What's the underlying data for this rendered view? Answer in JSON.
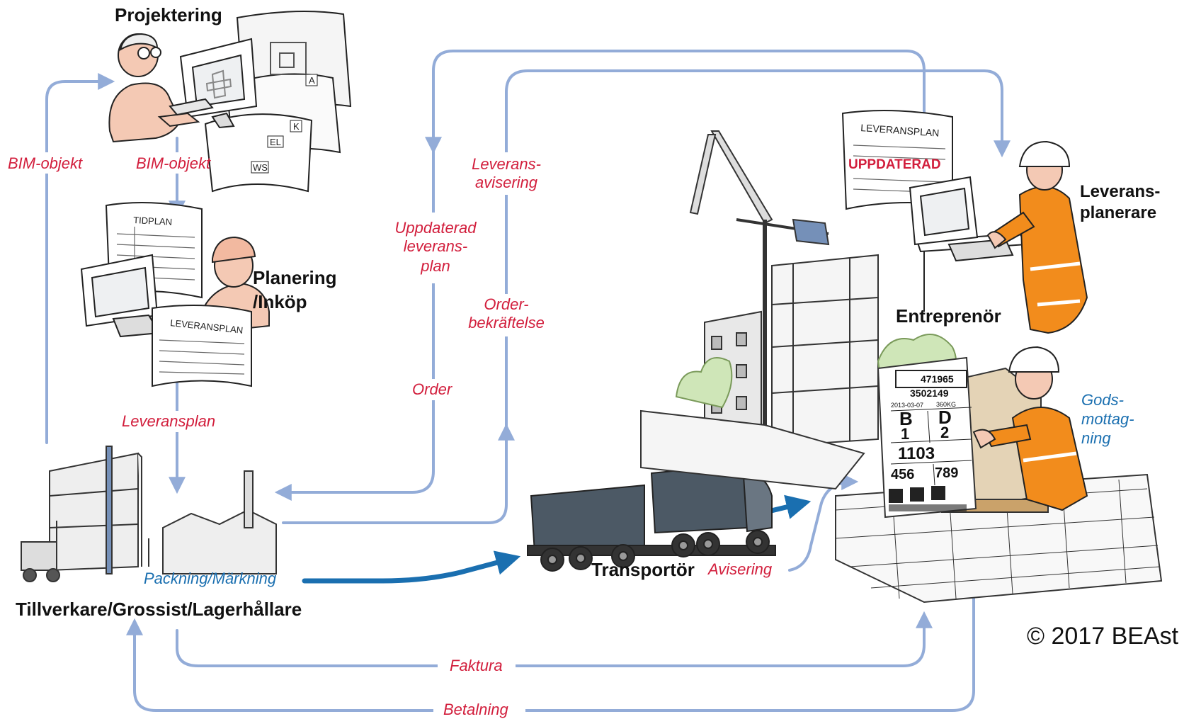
{
  "nodes": {
    "projektering": "Projektering",
    "planering_line1": "Planering",
    "planering_line2": "/Inköp",
    "tillverkare": "Tillverkare/Grossist/Lagerhållare",
    "transportor": "Transportör",
    "entreprenor": "Entreprenör",
    "leveransplanerare_line1": "Leverans-",
    "leveransplanerare_line2": "planerare"
  },
  "flows": {
    "bim_left": "BIM-objekt",
    "bim_center": "BIM-objekt",
    "leveransplan": "Leveransplan",
    "uppdaterad_line1": "Uppdaterad",
    "uppdaterad_line2": "leverans-",
    "uppdaterad_line3": "plan",
    "order": "Order",
    "leveransavisering_line1": "Leverans-",
    "leveransavisering_line2": "avisering",
    "orderbekraftelse_line1": "Order-",
    "orderbekraftelse_line2": "bekräftelse",
    "packning": "Packning/Märkning",
    "avisering": "Avisering",
    "godsmottagning_line1": "Gods-",
    "godsmottagning_line2": "mottag-",
    "godsmottagning_line3": "ning",
    "faktura": "Faktura",
    "betalning": "Betalning"
  },
  "documents": {
    "tidplan": "TIDPLAN",
    "leveransplan_doc": "LEVERANSPLAN",
    "leveransplan_doc2": "LEVERANSPLAN",
    "uppdaterad_stamp": "UPPDATERAD",
    "sheet_a": "A",
    "sheet_k": "K",
    "sheet_el": "EL",
    "sheet_ws": "WS"
  },
  "label_card": {
    "top_number": "471965",
    "second_number": "3502149",
    "date": "2013-03-07",
    "code": "360KG",
    "letter_left": "B",
    "letter_right": "D",
    "digit_left": "1",
    "digit_right": "2",
    "mid_number": "1103",
    "bottom_left": "456",
    "bottom_right": "789"
  },
  "copyright": "© 2017 BEAst",
  "colors": {
    "arrow_light": "#93acd8",
    "arrow_dark": "#1a6fb0",
    "flow_red": "#d21e3c",
    "safety_orange": "#f28c1c",
    "skin": "#f4c9b4",
    "truck": "#4c5965"
  }
}
